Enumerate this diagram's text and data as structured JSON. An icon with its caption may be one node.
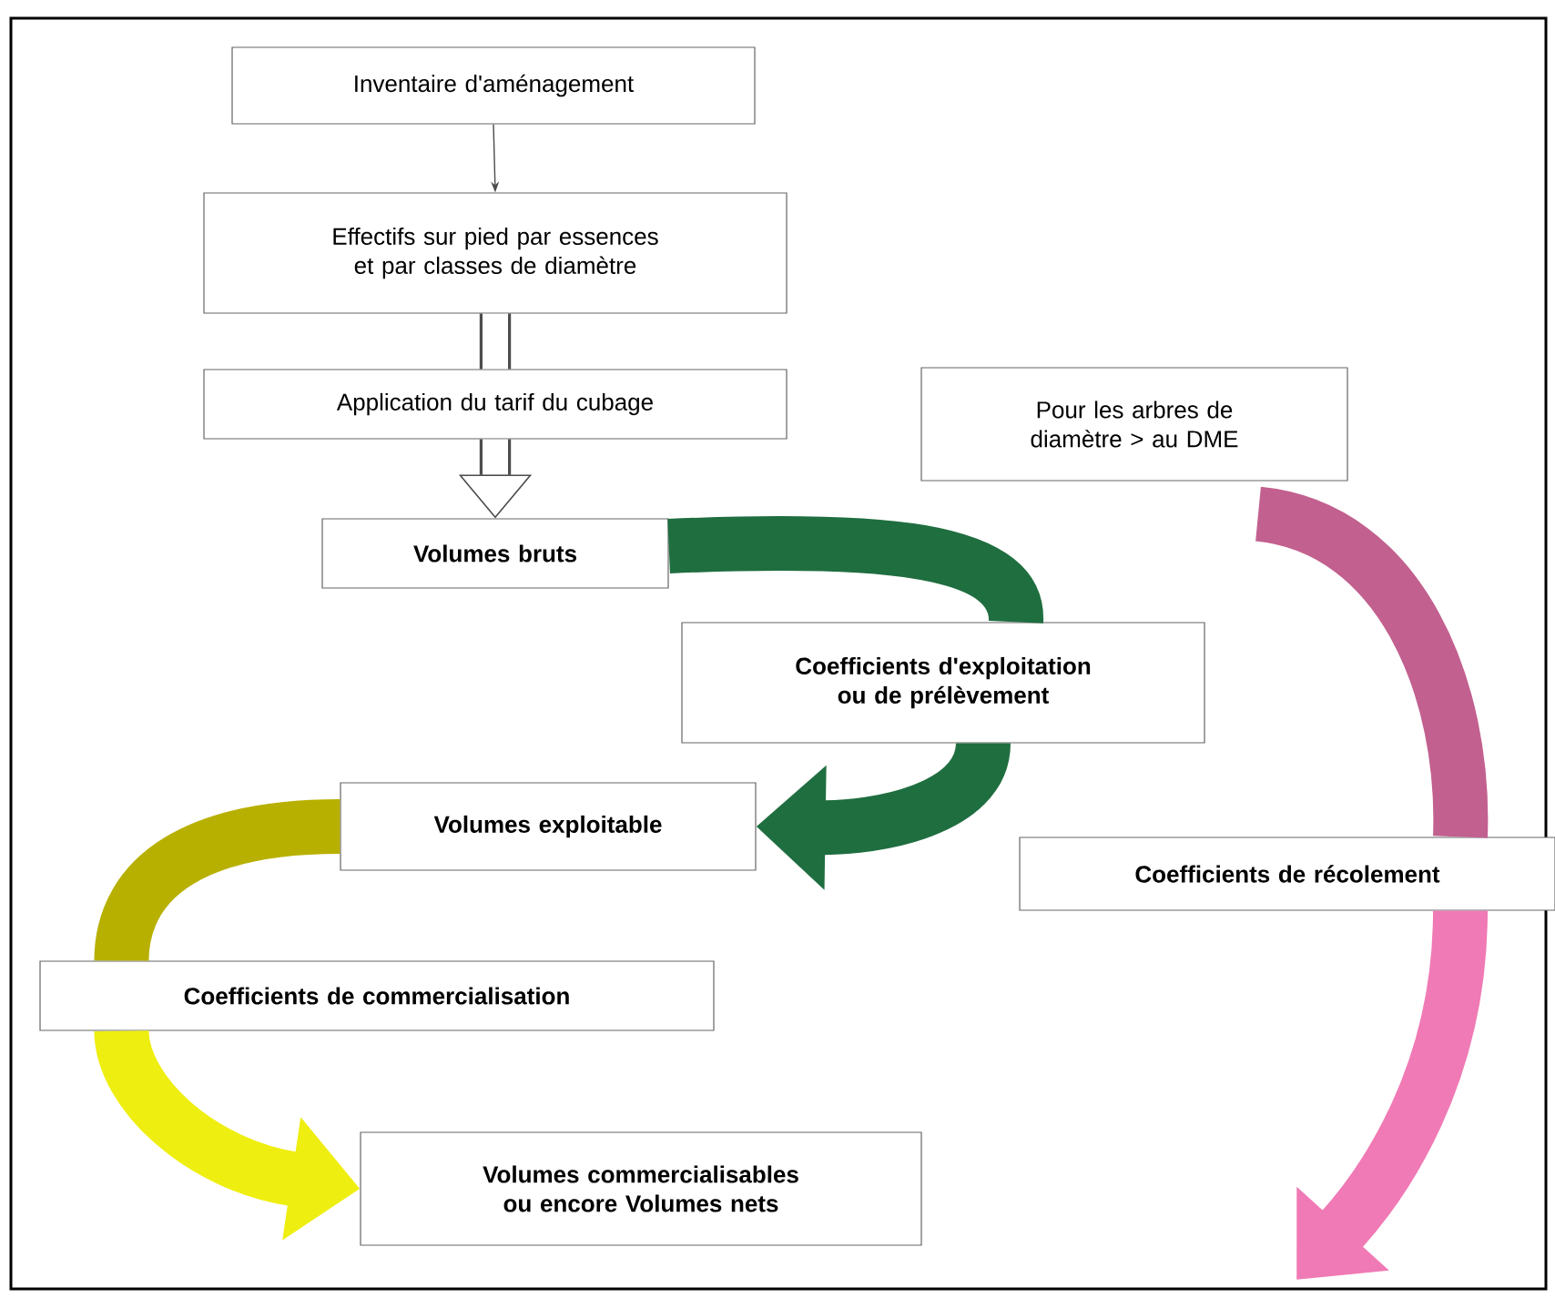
{
  "diagram": {
    "nodes": [
      {
        "text": [
          "Inventaire d'aménagement"
        ]
      },
      {
        "text": [
          "Effectifs sur pied par essences et par classes de diamètre"
        ]
      },
      {
        "text": [
          "Application du tarif du cubage"
        ]
      },
      {
        "text": [
          "Volumes bruts"
        ]
      },
      {
        "text": [
          "Pour les arbres de diamètre > au DME"
        ]
      },
      {
        "text": [
          "Coefficients d'exploitation ou de prélèvement"
        ]
      },
      {
        "text": [
          "Volumes exploitable"
        ]
      },
      {
        "text": [
          "Coefficients de récolement"
        ]
      },
      {
        "text": [
          "Coefficients de commercialisation"
        ]
      },
      {
        "text": [
          "Volumes commercialisables ou encore Volumes nets"
        ]
      }
    ],
    "edges": [
      {
        "from": 0,
        "to": 1,
        "arrow": "to"
      },
      {
        "from": 1,
        "to": 2,
        "arrow": "none"
      },
      {
        "from": 2,
        "to": 3,
        "arrow": "to"
      },
      {
        "from": 3,
        "to": 5,
        "arrow": "none",
        "color": "#1f6e40"
      },
      {
        "from": 5,
        "to": 6,
        "arrow": "to",
        "color": "#1f6e40"
      },
      {
        "from": 4,
        "to": 7,
        "arrow": "none",
        "color": "#c2608f"
      },
      {
        "from": 7,
        "to": null,
        "arrow": "to",
        "color": "#f07ab5"
      },
      {
        "from": 6,
        "to": 8,
        "arrow": "none",
        "color": "#b8b000"
      },
      {
        "from": 8,
        "to": 9,
        "arrow": "to",
        "color": "#eeee10"
      }
    ]
  }
}
